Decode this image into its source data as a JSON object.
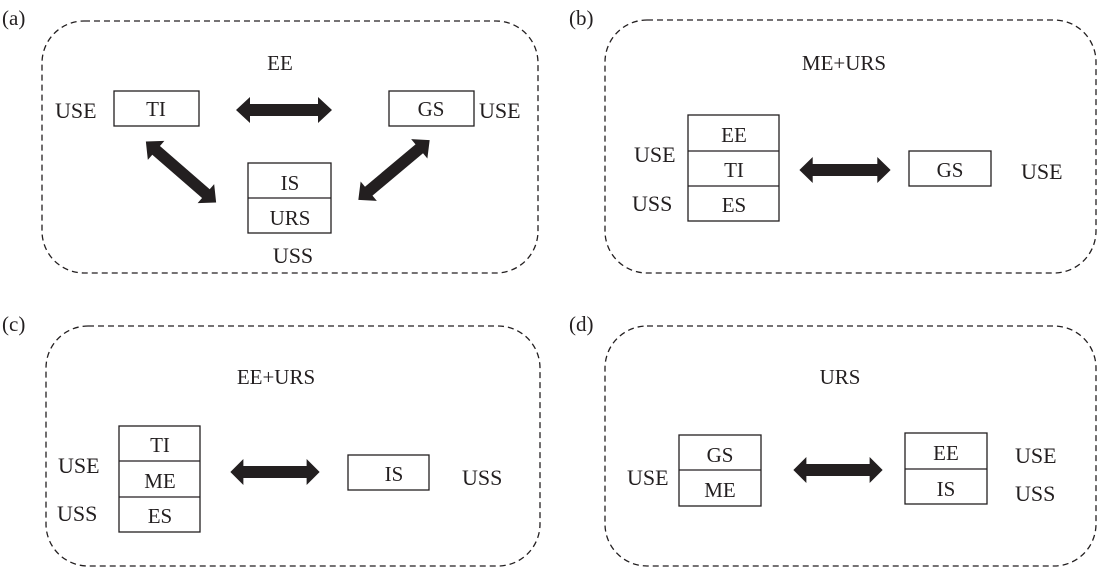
{
  "panels": {
    "a": {
      "label": "(a)",
      "title": "EE",
      "left_box": {
        "cells": [
          "TI"
        ],
        "side_label": "USE"
      },
      "right_box": {
        "cells": [
          "GS"
        ],
        "side_label": "USE"
      },
      "bottom_box": {
        "cells": [
          "IS",
          "URS"
        ],
        "below_label": "USS"
      }
    },
    "b": {
      "label": "(b)",
      "title": "ME+URS",
      "left_stack": {
        "cells": [
          "EE",
          "TI",
          "ES"
        ],
        "side_labels": [
          "USE",
          "USS"
        ]
      },
      "right_box": {
        "cells": [
          "GS"
        ],
        "side_label": "USE"
      }
    },
    "c": {
      "label": "(c)",
      "title": "EE+URS",
      "left_stack": {
        "cells": [
          "TI",
          "ME",
          "ES"
        ],
        "side_labels": [
          "USE",
          "USS"
        ]
      },
      "right_box": {
        "cells": [
          "IS"
        ],
        "side_label": "USS"
      }
    },
    "d": {
      "label": "(d)",
      "title": "URS",
      "left_stack": {
        "cells": [
          "GS",
          "ME"
        ],
        "side_labels": [
          "USE"
        ]
      },
      "right_stack": {
        "cells": [
          "EE",
          "IS"
        ],
        "side_labels": [
          "USE",
          "USS"
        ]
      }
    }
  }
}
